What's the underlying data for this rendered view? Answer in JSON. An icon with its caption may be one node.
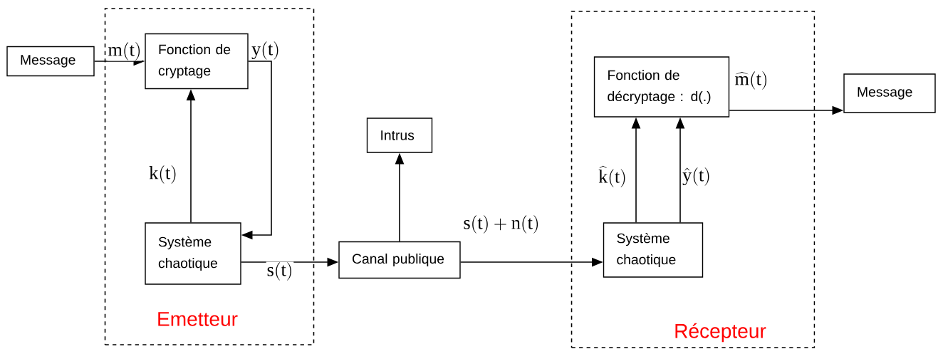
{
  "diagram": {
    "nodes": [
      {
        "text": [
          "Emetteur"
        ]
      },
      {
        "text": [
          "Message"
        ]
      },
      {
        "text": [
          "Fonction de cryptage"
        ],
        "in": 0
      },
      {
        "text": [
          "Système chaotique"
        ],
        "in": 0
      },
      {
        "text": [
          "Intrus"
        ]
      },
      {
        "text": [
          "Canal publique"
        ]
      },
      {
        "text": [
          "Récepteur"
        ]
      },
      {
        "text": [
          "Fonction de décryptage : d(.)"
        ],
        "in": 6
      },
      {
        "text": [
          "Système chaotique"
        ],
        "in": 6
      },
      {
        "text": [
          "Message"
        ]
      }
    ],
    "edges": [
      {
        "from": 1,
        "to": 2,
        "arrow": "to",
        "label": "\\mathrm{m(t)}"
      },
      {
        "from": 2,
        "to": 3,
        "arrow": "to",
        "label": "\\mathrm{y(t)}"
      },
      {
        "from": 3,
        "to": 2,
        "arrow": "to",
        "label": "\\mathrm{k(t)}"
      },
      {
        "from": 3,
        "to": 5,
        "arrow": "to",
        "label": "\\mathrm{s(t)}"
      },
      {
        "from": 5,
        "to": 4,
        "arrow": "to"
      },
      {
        "from": 5,
        "to": 8,
        "arrow": "to",
        "label": "\\mathrm{s(t)+n(t)}"
      },
      {
        "from": 8,
        "to": 7,
        "arrow": "to",
        "label": "\\widehat{\\mathrm{k}}\\mathrm{(t)}"
      },
      {
        "from": 8,
        "to": 7,
        "arrow": "to",
        "label": "\\hat{\\mathrm{y}}\\mathrm{(t)}"
      },
      {
        "from": 7,
        "to": 9,
        "arrow": "to",
        "label": "\\widehat{\\mathrm{m}}\\mathrm{(t)}"
      }
    ]
  }
}
